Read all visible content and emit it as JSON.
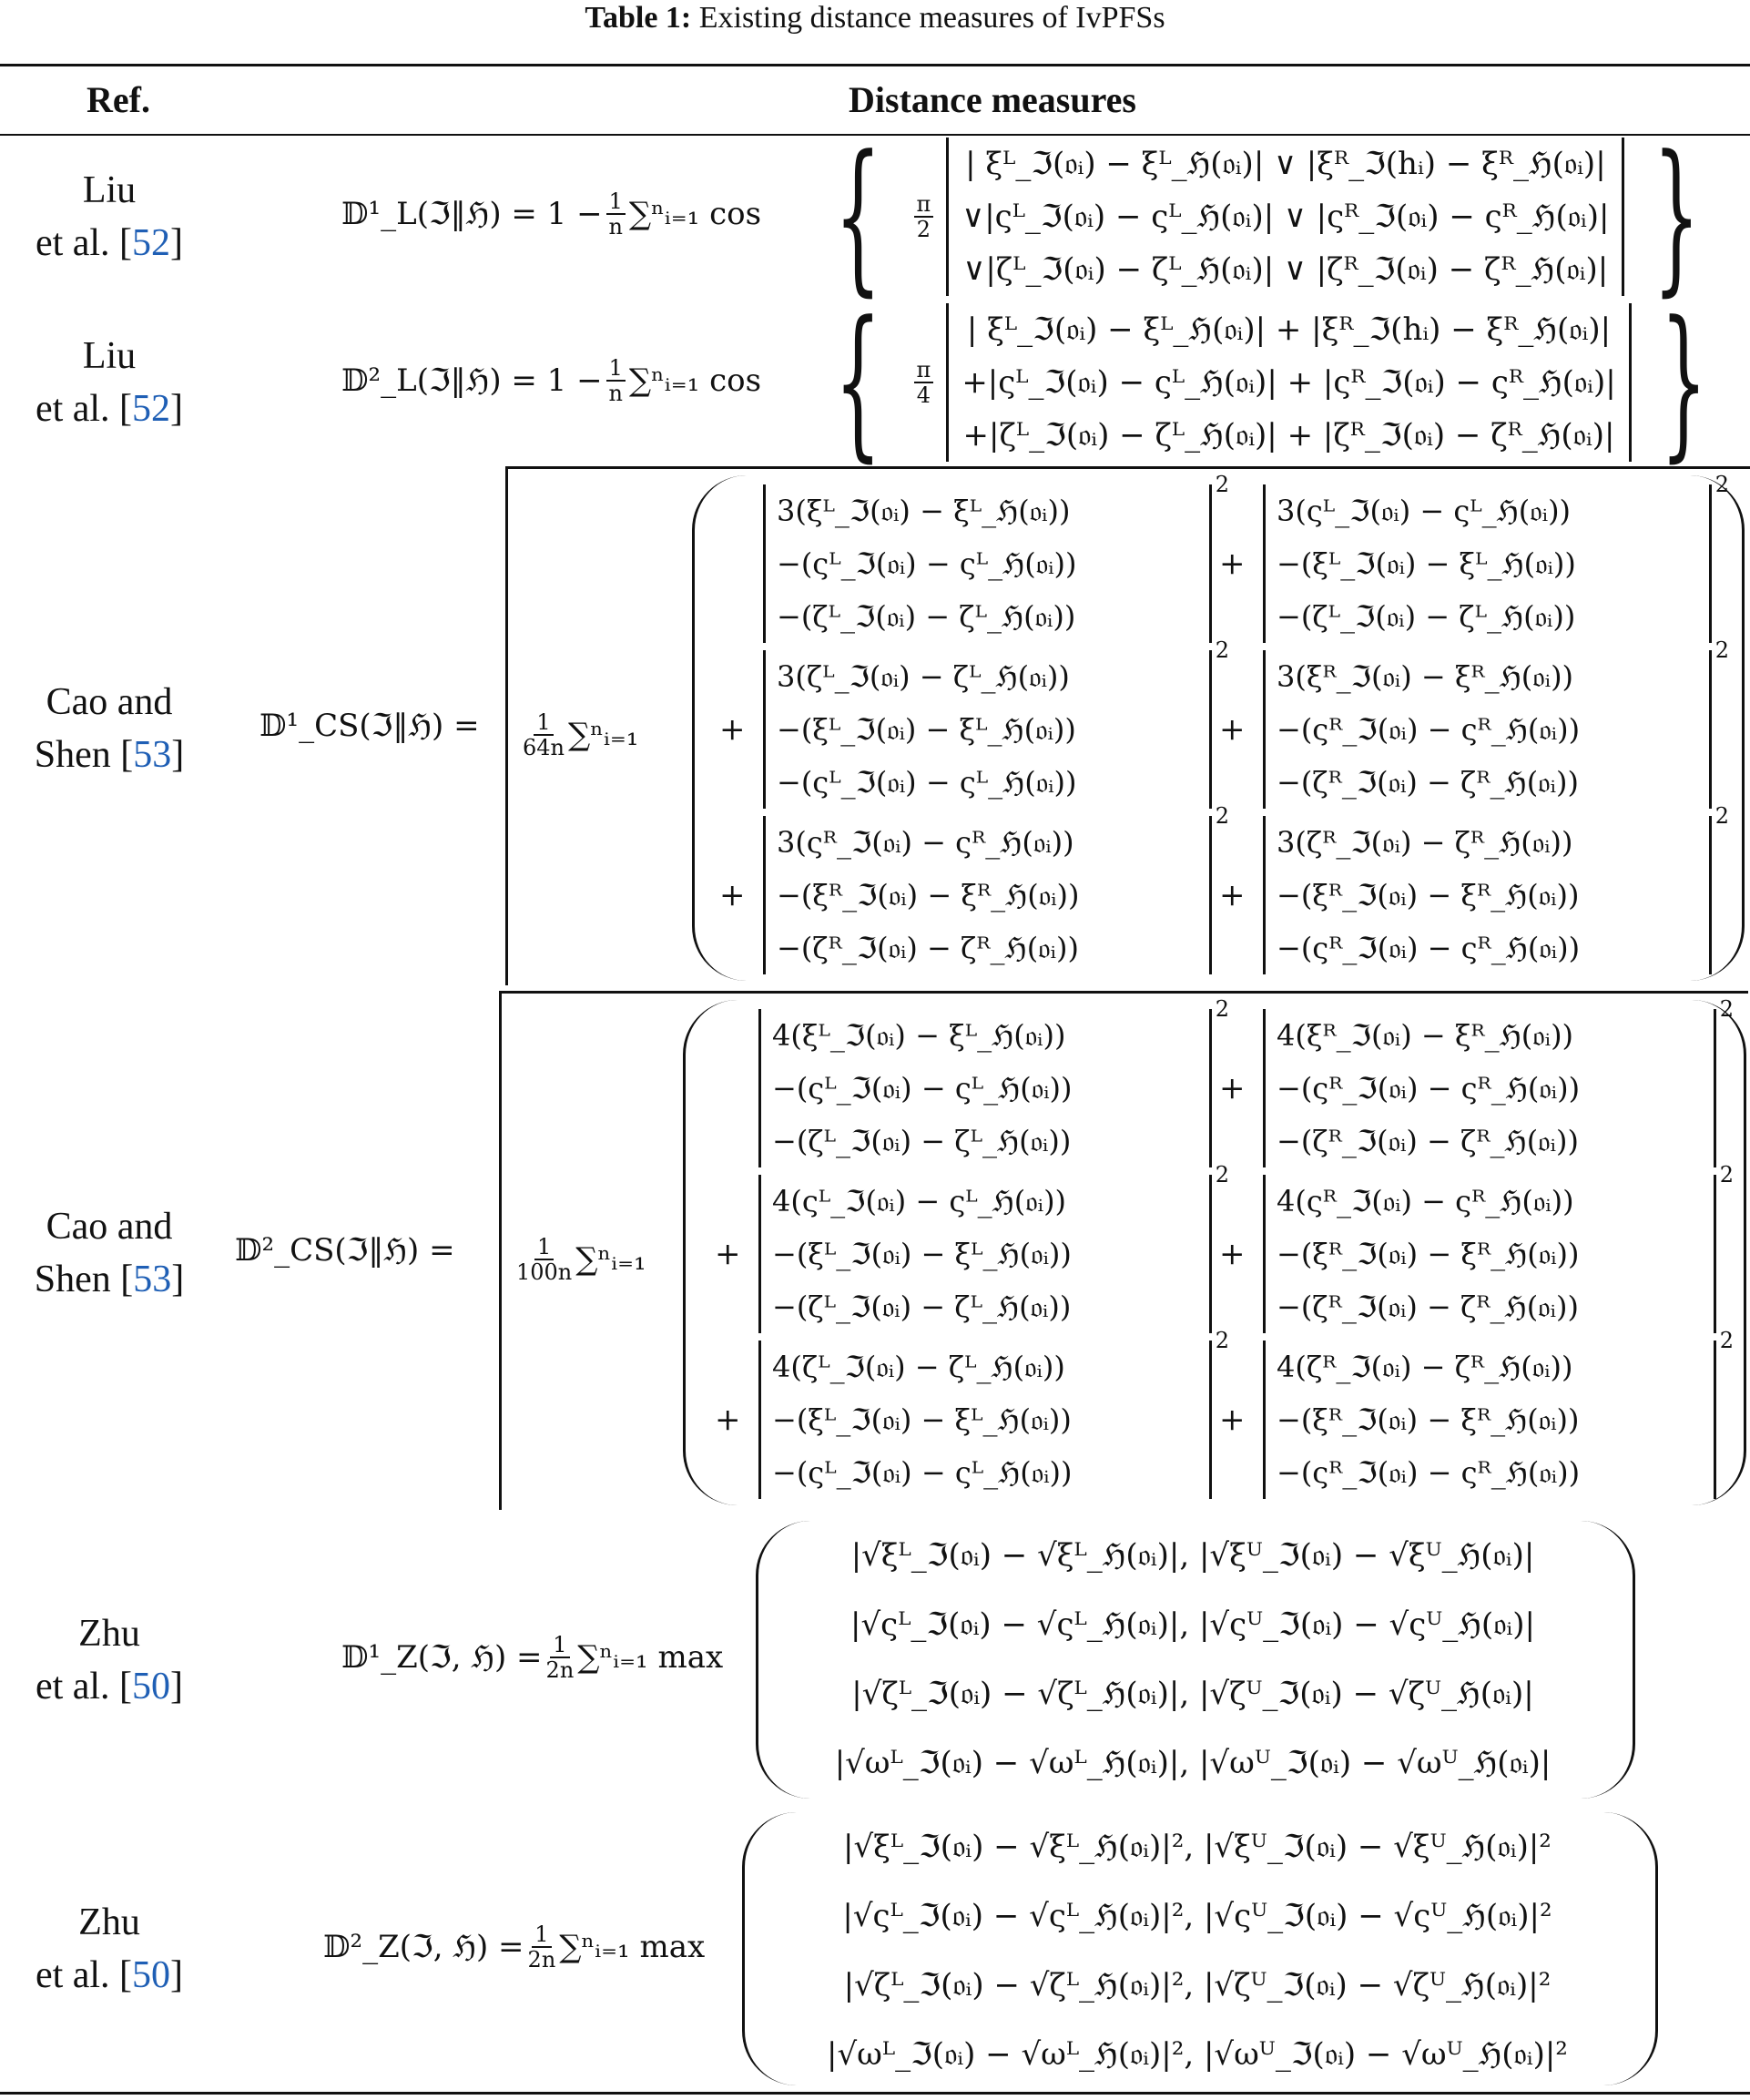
{
  "caption": {
    "label": "Table 1:",
    "text": "Existing distance measures of IvPFSs"
  },
  "header": {
    "ref": "Ref.",
    "distance": "Distance measures"
  },
  "rows": [
    {
      "ref_line1": "Liu",
      "ref_line2": "et al. [",
      "cite": "52",
      "ref_end": "]",
      "lhs": "𝔻¹_L(ℑ‖ℌ) = 1 −",
      "frac_num": "1",
      "frac_den": "n",
      "sum": "∑ⁿᵢ₌₁ cos",
      "coef_num": "π",
      "coef_den": "2",
      "lines": [
        "| ξᴸ_ℑ(𝔬ᵢ) − ξᴸ_ℌ(𝔬ᵢ)| ∨ |ξᴿ_ℑ(hᵢ) − ξᴿ_ℌ(𝔬ᵢ)|",
        "∨|ςᴸ_ℑ(𝔬ᵢ) − ςᴸ_ℌ(𝔬ᵢ)| ∨ |ςᴿ_ℑ(𝔬ᵢ) − ςᴿ_ℌ(𝔬ᵢ)|",
        "∨|ζᴸ_ℑ(𝔬ᵢ) − ζᴸ_ℌ(𝔬ᵢ)| ∨ |ζᴿ_ℑ(𝔬ᵢ) − ζᴿ_ℌ(𝔬ᵢ)|"
      ]
    },
    {
      "ref_line1": "Liu",
      "ref_line2": "et al. [",
      "cite": "52",
      "ref_end": "]",
      "lhs": "𝔻²_L(ℑ‖ℌ) = 1 −",
      "frac_num": "1",
      "frac_den": "n",
      "sum": "∑ⁿᵢ₌₁ cos",
      "coef_num": "π",
      "coef_den": "4",
      "lines": [
        "| ξᴸ_ℑ(𝔬ᵢ) − ξᴸ_ℌ(𝔬ᵢ)| + |ξᴿ_ℑ(hᵢ) − ξᴿ_ℌ(𝔬ᵢ)|",
        "+|ςᴸ_ℑ(𝔬ᵢ) − ςᴸ_ℌ(𝔬ᵢ)| + |ςᴿ_ℑ(𝔬ᵢ) − ςᴿ_ℌ(𝔬ᵢ)|",
        "+|ζᴸ_ℑ(𝔬ᵢ) − ζᴸ_ℌ(𝔬ᵢ)| + |ζᴿ_ℑ(𝔬ᵢ) − ζᴿ_ℌ(𝔬ᵢ)|"
      ]
    },
    {
      "ref_line1": "Cao and",
      "ref_line2": "Shen [",
      "cite": "53",
      "ref_end": "]",
      "lhs": "𝔻¹_CS(ℑ‖ℌ) =",
      "frac_num": "1",
      "frac_den": "64n",
      "sum": "∑ⁿᵢ₌₁",
      "blocks": [
        [
          "3(ξᴸ_ℑ(𝔬ᵢ) − ξᴸ_ℌ(𝔬ᵢ))",
          "−(ςᴸ_ℑ(𝔬ᵢ) − ςᴸ_ℌ(𝔬ᵢ))",
          "−(ζᴸ_ℑ(𝔬ᵢ) − ζᴸ_ℌ(𝔬ᵢ))"
        ],
        [
          "3(ςᴸ_ℑ(𝔬ᵢ) − ςᴸ_ℌ(𝔬ᵢ))",
          "−(ξᴸ_ℑ(𝔬ᵢ) − ξᴸ_ℌ(𝔬ᵢ))",
          "−(ζᴸ_ℑ(𝔬ᵢ) − ζᴸ_ℌ(𝔬ᵢ))"
        ],
        [
          "3(ζᴸ_ℑ(𝔬ᵢ) − ζᴸ_ℌ(𝔬ᵢ))",
          "−(ξᴸ_ℑ(𝔬ᵢ) − ξᴸ_ℌ(𝔬ᵢ))",
          "−(ςᴸ_ℑ(𝔬ᵢ) − ςᴸ_ℌ(𝔬ᵢ))"
        ],
        [
          "3(ξᴿ_ℑ(𝔬ᵢ) − ξᴿ_ℌ(𝔬ᵢ))",
          "−(ςᴿ_ℑ(𝔬ᵢ) − ςᴿ_ℌ(𝔬ᵢ))",
          "−(ζᴿ_ℑ(𝔬ᵢ) − ζᴿ_ℌ(𝔬ᵢ))"
        ],
        [
          "3(ςᴿ_ℑ(𝔬ᵢ) − ςᴿ_ℌ(𝔬ᵢ))",
          "−(ξᴿ_ℑ(𝔬ᵢ) − ξᴿ_ℌ(𝔬ᵢ))",
          "−(ζᴿ_ℑ(𝔬ᵢ) − ζᴿ_ℌ(𝔬ᵢ))"
        ],
        [
          "3(ζᴿ_ℑ(𝔬ᵢ) − ζᴿ_ℌ(𝔬ᵢ))",
          "−(ξᴿ_ℑ(𝔬ᵢ) − ξᴿ_ℌ(𝔬ᵢ))",
          "−(ςᴿ_ℑ(𝔬ᵢ) − ςᴿ_ℌ(𝔬ᵢ))"
        ]
      ]
    },
    {
      "ref_line1": "Cao and",
      "ref_line2": "Shen [",
      "cite": "53",
      "ref_end": "]",
      "lhs": "𝔻²_CS(ℑ‖ℌ) =",
      "frac_num": "1",
      "frac_den": "100n",
      "sum": "∑ⁿᵢ₌₁",
      "blocks": [
        [
          "4(ξᴸ_ℑ(𝔬ᵢ) − ξᴸ_ℌ(𝔬ᵢ))",
          "−(ςᴸ_ℑ(𝔬ᵢ) − ςᴸ_ℌ(𝔬ᵢ))",
          "−(ζᴸ_ℑ(𝔬ᵢ) − ζᴸ_ℌ(𝔬ᵢ))"
        ],
        [
          "4(ξᴿ_ℑ(𝔬ᵢ) − ξᴿ_ℌ(𝔬ᵢ))",
          "−(ςᴿ_ℑ(𝔬ᵢ) − ςᴿ_ℌ(𝔬ᵢ))",
          "−(ζᴿ_ℑ(𝔬ᵢ) − ζᴿ_ℌ(𝔬ᵢ))"
        ],
        [
          "4(ςᴸ_ℑ(𝔬ᵢ) − ςᴸ_ℌ(𝔬ᵢ))",
          "−(ξᴸ_ℑ(𝔬ᵢ) − ξᴸ_ℌ(𝔬ᵢ))",
          "−(ζᴸ_ℑ(𝔬ᵢ) − ζᴸ_ℌ(𝔬ᵢ))"
        ],
        [
          "4(ςᴿ_ℑ(𝔬ᵢ) − ςᴿ_ℌ(𝔬ᵢ))",
          "−(ξᴿ_ℑ(𝔬ᵢ) − ξᴿ_ℌ(𝔬ᵢ))",
          "−(ζᴿ_ℑ(𝔬ᵢ) − ζᴿ_ℌ(𝔬ᵢ))"
        ],
        [
          "4(ζᴸ_ℑ(𝔬ᵢ) − ζᴸ_ℌ(𝔬ᵢ))",
          "−(ξᴸ_ℑ(𝔬ᵢ) − ξᴸ_ℌ(𝔬ᵢ))",
          "−(ςᴸ_ℑ(𝔬ᵢ) − ςᴸ_ℌ(𝔬ᵢ))"
        ],
        [
          "4(ζᴿ_ℑ(𝔬ᵢ) − ζᴿ_ℌ(𝔬ᵢ))",
          "−(ξᴿ_ℑ(𝔬ᵢ) − ξᴿ_ℌ(𝔬ᵢ))",
          "−(ςᴿ_ℑ(𝔬ᵢ) − ςᴿ_ℌ(𝔬ᵢ))"
        ]
      ]
    },
    {
      "ref_line1": "Zhu",
      "ref_line2": "et al. [",
      "cite": "50",
      "ref_end": "]",
      "lhs": "𝔻¹_Z(ℑ, ℌ) =",
      "frac_num": "1",
      "frac_den": "2n",
      "sum": "∑ⁿᵢ₌₁ max",
      "lines": [
        "|√ξᴸ_ℑ(𝔬ᵢ) − √ξᴸ_ℌ(𝔬ᵢ)|, |√ξᵁ_ℑ(𝔬ᵢ) − √ξᵁ_ℌ(𝔬ᵢ)|",
        "|√ςᴸ_ℑ(𝔬ᵢ) − √ςᴸ_ℌ(𝔬ᵢ)|, |√ςᵁ_ℑ(𝔬ᵢ) − √ςᵁ_ℌ(𝔬ᵢ)|",
        "|√ζᴸ_ℑ(𝔬ᵢ) − √ζᴸ_ℌ(𝔬ᵢ)|, |√ζᵁ_ℑ(𝔬ᵢ) − √ζᵁ_ℌ(𝔬ᵢ)|",
        "|√ωᴸ_ℑ(𝔬ᵢ) − √ωᴸ_ℌ(𝔬ᵢ)|, |√ωᵁ_ℑ(𝔬ᵢ) − √ωᵁ_ℌ(𝔬ᵢ)|"
      ]
    },
    {
      "ref_line1": "Zhu",
      "ref_line2": "et al. [",
      "cite": "50",
      "ref_end": "]",
      "lhs": "𝔻²_Z(ℑ, ℌ) =",
      "frac_num": "1",
      "frac_den": "2n",
      "sum": "∑ⁿᵢ₌₁ max",
      "lines": [
        "|√ξᴸ_ℑ(𝔬ᵢ) − √ξᴸ_ℌ(𝔬ᵢ)|², |√ξᵁ_ℑ(𝔬ᵢ) − √ξᵁ_ℌ(𝔬ᵢ)|²",
        "|√ςᴸ_ℑ(𝔬ᵢ) − √ςᴸ_ℌ(𝔬ᵢ)|², |√ςᵁ_ℑ(𝔬ᵢ) − √ςᵁ_ℌ(𝔬ᵢ)|²",
        "|√ζᴸ_ℑ(𝔬ᵢ) − √ζᴸ_ℌ(𝔬ᵢ)|², |√ζᵁ_ℑ(𝔬ᵢ) − √ζᵁ_ℌ(𝔬ᵢ)|²",
        "|√ωᴸ_ℑ(𝔬ᵢ) − √ωᴸ_ℌ(𝔬ᵢ)|², |√ωᵁ_ℑ(𝔬ᵢ) − √ωᵁ_ℌ(𝔬ᵢ)|²"
      ]
    }
  ],
  "symbols": {
    "plus": "+",
    "square": "2"
  }
}
